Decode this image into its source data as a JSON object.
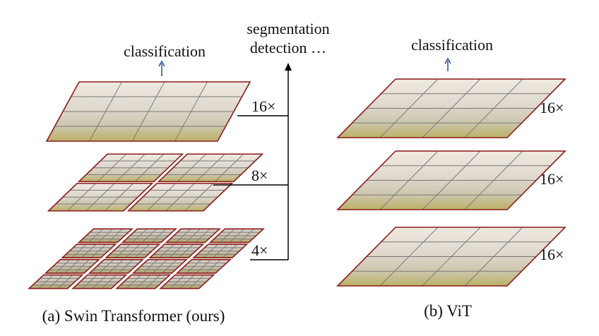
{
  "swin": {
    "caption": "(a) Swin Transformer (ours)",
    "head_label": "classification",
    "dense_labels": {
      "line1": "segmentation",
      "line2": "detection …"
    },
    "levels": [
      {
        "scale": "16×",
        "windows": [
          1,
          1
        ],
        "patches_per_window": 4
      },
      {
        "scale": "8×",
        "windows": [
          2,
          2
        ],
        "patches_per_window": 4
      },
      {
        "scale": "4×",
        "windows": [
          4,
          4
        ],
        "patches_per_window": 4
      }
    ]
  },
  "vit": {
    "caption": "(b) ViT",
    "head_label": "classification",
    "levels": [
      {
        "scale": "16×",
        "grid": 4
      },
      {
        "scale": "16×",
        "grid": 4
      },
      {
        "scale": "16×",
        "grid": 4
      }
    ]
  },
  "colors": {
    "window_border": "#8b1a1a",
    "grid_line": "#7a7a7a",
    "arrow_blue": "#2b4f8f",
    "connector": "#000000"
  }
}
